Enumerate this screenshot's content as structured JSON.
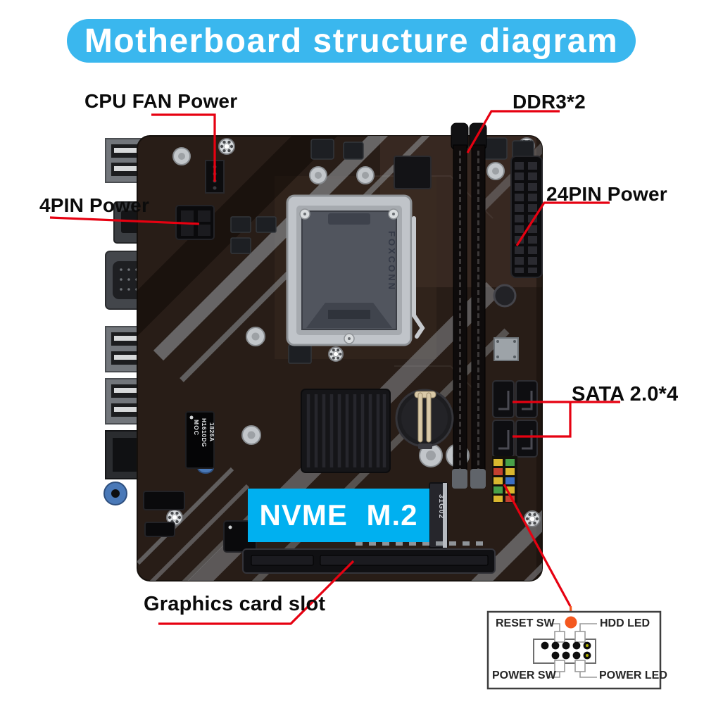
{
  "title": "Motherboard structure diagram",
  "labels": {
    "cpu_fan_power": "CPU FAN Power",
    "ddr3": "DDR3*2",
    "power_4pin": "4PIN Power",
    "power_24pin": "24PIN Power",
    "sata": "SATA 2.0*4",
    "nvme_m2": "NVME M.2",
    "graphics_card_slot": "Graphics card slot"
  },
  "pinout": {
    "reset_sw": "RESET SW",
    "hdd_led": "HDD LED",
    "power_sw": "POWER SW",
    "power_led": "POWER LED"
  },
  "board_text": {
    "socket_cover": "FOXCONN",
    "chip_brand": "MOC",
    "chip_model": "H1610DG",
    "chip_code": "1826A",
    "m2_ssd": "31G02"
  },
  "colors": {
    "banner": "#3ab7ee",
    "nvme": "#00b0f0",
    "leader": "#e60111",
    "dot": "#f4581f"
  }
}
